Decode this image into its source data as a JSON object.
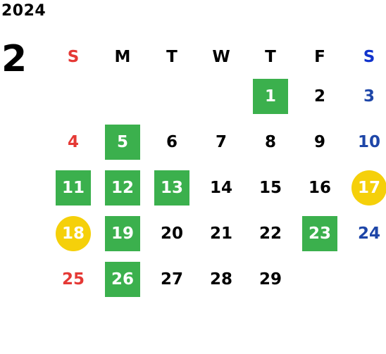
{
  "year": "2024",
  "month": "2",
  "colors": {
    "sunday": "#e53935",
    "saturday": "#1e46a8",
    "weekday": "#000000",
    "green_highlight": "#3bb04d",
    "gold_highlight": "#f5d00a"
  },
  "weekdays": [
    {
      "label": "S",
      "color": "#e53935"
    },
    {
      "label": "M",
      "color": "#000000"
    },
    {
      "label": "T",
      "color": "#000000"
    },
    {
      "label": "W",
      "color": "#000000"
    },
    {
      "label": "T",
      "color": "#000000"
    },
    {
      "label": "F",
      "color": "#000000"
    },
    {
      "label": "S",
      "color": "#1133cc"
    }
  ],
  "days": [
    {
      "day": "1",
      "col": 5,
      "row": 1,
      "style": "green"
    },
    {
      "day": "2",
      "col": 6,
      "row": 1,
      "style": "weekday"
    },
    {
      "day": "3",
      "col": 7,
      "row": 1,
      "style": "saturday"
    },
    {
      "day": "4",
      "col": 1,
      "row": 2,
      "style": "sunday"
    },
    {
      "day": "5",
      "col": 2,
      "row": 2,
      "style": "green"
    },
    {
      "day": "6",
      "col": 3,
      "row": 2,
      "style": "weekday"
    },
    {
      "day": "7",
      "col": 4,
      "row": 2,
      "style": "weekday"
    },
    {
      "day": "8",
      "col": 5,
      "row": 2,
      "style": "weekday"
    },
    {
      "day": "9",
      "col": 6,
      "row": 2,
      "style": "weekday"
    },
    {
      "day": "10",
      "col": 7,
      "row": 2,
      "style": "saturday"
    },
    {
      "day": "11",
      "col": 1,
      "row": 3,
      "style": "green"
    },
    {
      "day": "12",
      "col": 2,
      "row": 3,
      "style": "green"
    },
    {
      "day": "13",
      "col": 3,
      "row": 3,
      "style": "green"
    },
    {
      "day": "14",
      "col": 4,
      "row": 3,
      "style": "weekday"
    },
    {
      "day": "15",
      "col": 5,
      "row": 3,
      "style": "weekday"
    },
    {
      "day": "16",
      "col": 6,
      "row": 3,
      "style": "weekday"
    },
    {
      "day": "17",
      "col": 7,
      "row": 3,
      "style": "gold"
    },
    {
      "day": "18",
      "col": 1,
      "row": 4,
      "style": "gold"
    },
    {
      "day": "19",
      "col": 2,
      "row": 4,
      "style": "green"
    },
    {
      "day": "20",
      "col": 3,
      "row": 4,
      "style": "weekday"
    },
    {
      "day": "21",
      "col": 4,
      "row": 4,
      "style": "weekday"
    },
    {
      "day": "22",
      "col": 5,
      "row": 4,
      "style": "weekday"
    },
    {
      "day": "23",
      "col": 6,
      "row": 4,
      "style": "green"
    },
    {
      "day": "24",
      "col": 7,
      "row": 4,
      "style": "saturday"
    },
    {
      "day": "25",
      "col": 1,
      "row": 5,
      "style": "sunday"
    },
    {
      "day": "26",
      "col": 2,
      "row": 5,
      "style": "green"
    },
    {
      "day": "27",
      "col": 3,
      "row": 5,
      "style": "weekday"
    },
    {
      "day": "28",
      "col": 4,
      "row": 5,
      "style": "weekday"
    },
    {
      "day": "29",
      "col": 5,
      "row": 5,
      "style": "weekday"
    }
  ]
}
